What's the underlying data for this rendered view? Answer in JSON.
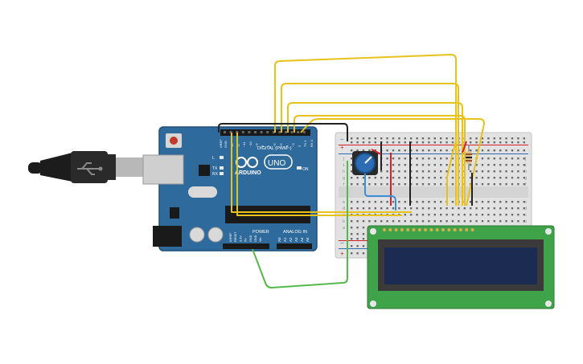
{
  "arduino": {
    "brand": "ARDUINO",
    "model": "UNO",
    "digital_label": "DIGITAL (PWM~)",
    "analog_label": "ANALOG IN",
    "power_label": "POWER",
    "on_label": "ON",
    "tx_label": "TX",
    "rx_label": "RX",
    "l_label": "L",
    "aref_label": "AREF",
    "gnd_label": "GND",
    "digital_pins": [
      "13",
      "12",
      "~11",
      "~10",
      "~9",
      "8",
      "7",
      "~6",
      "~5",
      "4",
      "~3",
      "2",
      "TX 1",
      "RX 0"
    ],
    "power_pins": [
      "IOREF",
      "RESET",
      "3.3V",
      "5V",
      "GND",
      "GND",
      "Vin"
    ],
    "analog_pins": [
      "A0",
      "A1",
      "A2",
      "A3",
      "A4",
      "A5"
    ],
    "colors": {
      "board": "#2f6a9c",
      "board_dark": "#1f4f78"
    }
  },
  "breadboard": {
    "row_letters": [
      "j",
      "i",
      "h",
      "g",
      "f",
      "e",
      "d",
      "c",
      "b",
      "a"
    ],
    "column_count": 30,
    "rail_plus": "+",
    "rail_minus": "−"
  },
  "lcd": {
    "colors": {
      "pcb": "#3fa34a",
      "screen": "#1c2b52"
    }
  },
  "wires": {
    "colors": {
      "signal": "#e7c21b",
      "ground": "#222222",
      "power": "#d2232a",
      "green": "#55b84a",
      "blue": "#3a8fd6"
    }
  }
}
